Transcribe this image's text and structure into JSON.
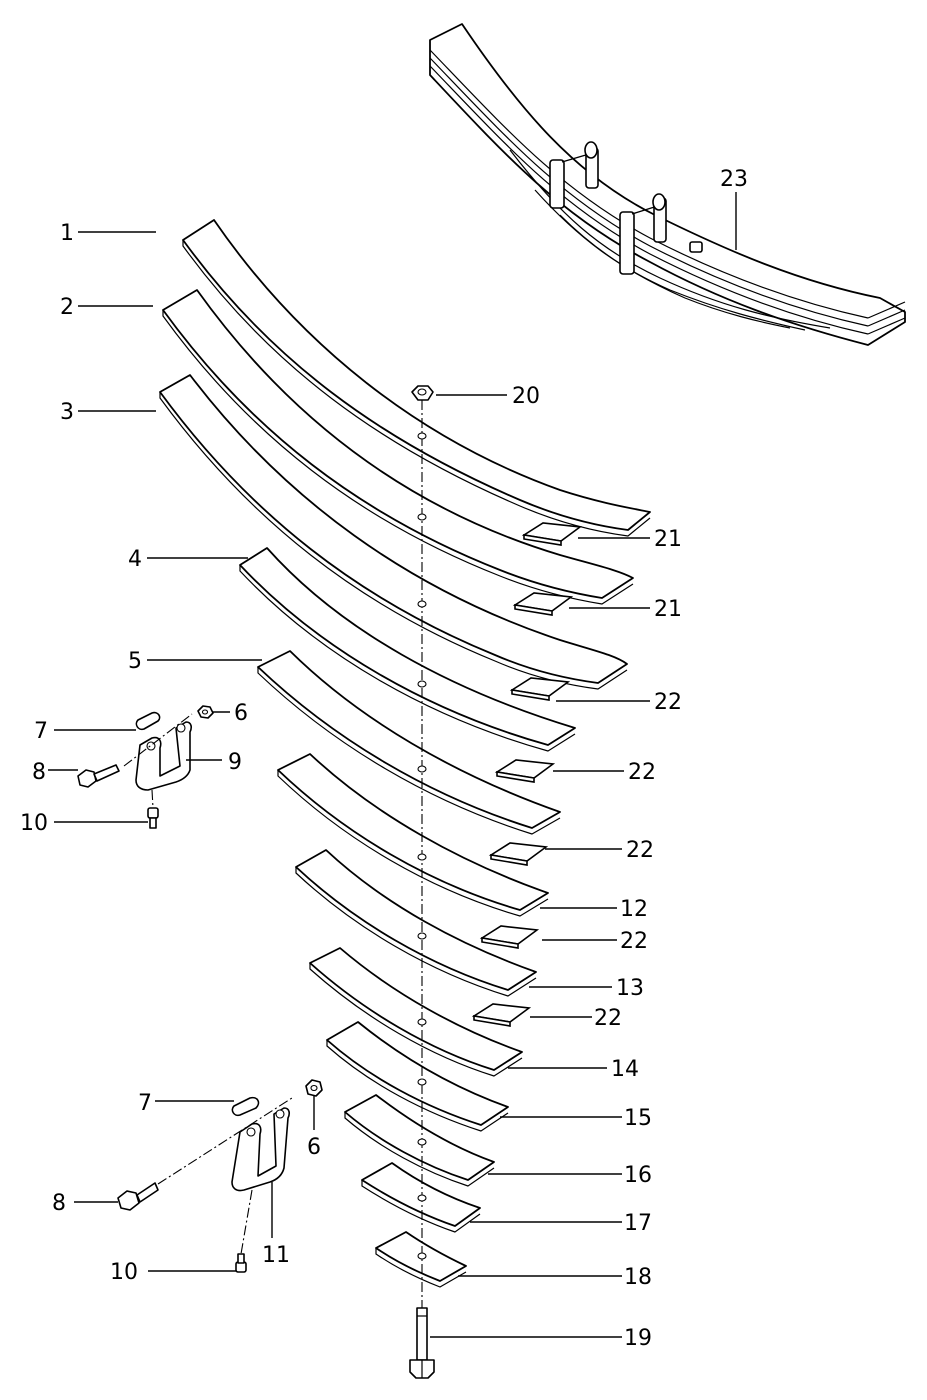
{
  "callouts": {
    "c1": "1",
    "c2": "2",
    "c3": "3",
    "c4": "4",
    "c5": "5",
    "c6a": "6",
    "c6b": "6",
    "c7a": "7",
    "c7b": "7",
    "c8a": "8",
    "c8b": "8",
    "c9": "9",
    "c10a": "10",
    "c10b": "10",
    "c11": "11",
    "c12": "12",
    "c13": "13",
    "c14": "14",
    "c15": "15",
    "c16": "16",
    "c17": "17",
    "c18": "18",
    "c19": "19",
    "c20": "20",
    "c21a": "21",
    "c21b": "21",
    "c22a": "22",
    "c22b": "22",
    "c22c": "22",
    "c22d": "22",
    "c22e": "22",
    "c23": "23"
  }
}
